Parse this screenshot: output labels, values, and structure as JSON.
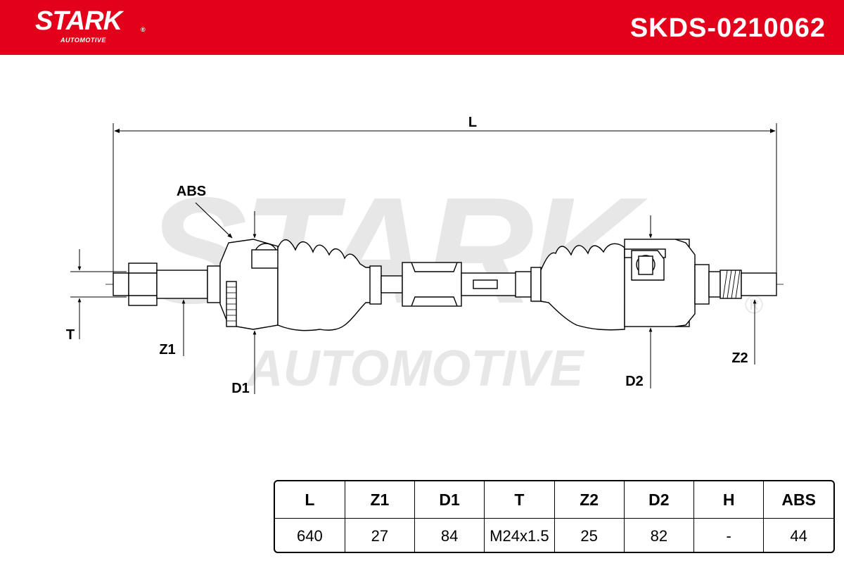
{
  "header": {
    "brand": "STARK",
    "brand_sub": "AUTOMOTIVE",
    "registered": "®",
    "part_number": "SKDS-0210062",
    "bg_color": "#e2001a"
  },
  "drawing": {
    "label_L": "L",
    "label_ABS": "ABS",
    "label_T": "T",
    "label_Z1": "Z1",
    "label_D1": "D1",
    "label_D2": "D2",
    "label_Z2": "Z2",
    "watermark_main": "STARK",
    "watermark_sub": "AUTOMOTIVE",
    "watermark_reg": "®"
  },
  "specs": {
    "headers": [
      "L",
      "Z1",
      "D1",
      "T",
      "Z2",
      "D2",
      "H",
      "ABS"
    ],
    "values": [
      "640",
      "27",
      "84",
      "M24x1.5",
      "25",
      "82",
      "-",
      "44"
    ]
  }
}
